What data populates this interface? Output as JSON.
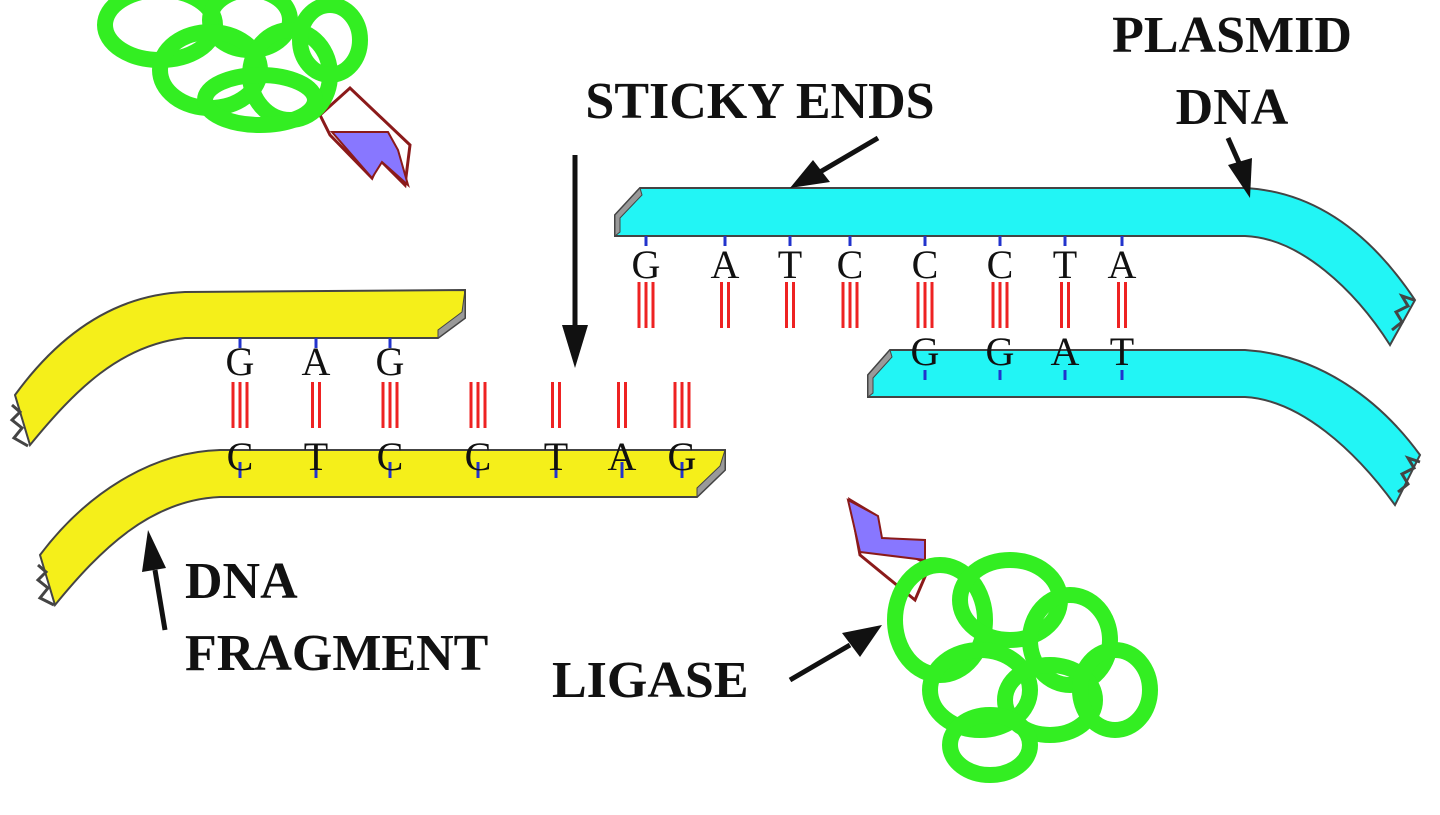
{
  "labels": {
    "sticky_ends": "STICKY ENDS",
    "plasmid_line1": "PLASMID",
    "plasmid_line2": "DNA",
    "fragment_line1": "DNA",
    "fragment_line2": "FRAGMENT",
    "ligase": "LIGASE"
  },
  "fragment": {
    "top_bases": [
      "G",
      "A",
      "G"
    ],
    "bottom_bases": [
      "C",
      "T",
      "C",
      "C",
      "T",
      "A",
      "G"
    ]
  },
  "plasmid": {
    "top_bases": [
      "G",
      "A",
      "T",
      "C",
      "C",
      "C",
      "T",
      "A"
    ],
    "bottom_bases": [
      "G",
      "G",
      "A",
      "T"
    ]
  },
  "colors": {
    "fragment_strand": "#f5ef1a",
    "plasmid_strand": "#22f5f5",
    "enzyme": "#33ee22",
    "enzyme_tip": "#8877ff",
    "hydrogen_bond": "#ee2222",
    "base_tick": "#2233cc"
  }
}
